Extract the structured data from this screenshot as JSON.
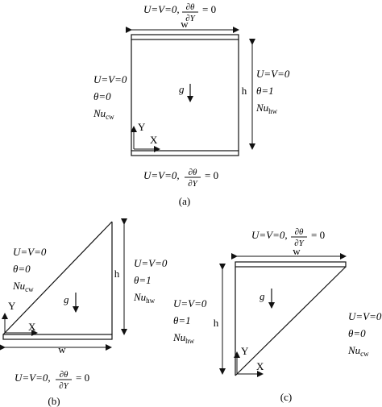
{
  "panel_a": {
    "caption": "(a)",
    "top_bc": "U=V=0,",
    "bottom_bc": "U=V=0,",
    "left_bc": {
      "line1": "U=V=0",
      "line2": "θ=0",
      "nu_sym": "Nu",
      "nu_sub": "cw"
    },
    "right_bc": {
      "line1": "U=V=0",
      "line2": "θ=1",
      "nu_sym": "Nu",
      "nu_sub": "hw"
    },
    "width_label": "w",
    "height_label": "h",
    "gravity_label": "g",
    "axis_y": "Y",
    "axis_x": "X"
  },
  "panel_b": {
    "caption": "(b)",
    "bottom_bc": "U=V=0,",
    "left_bc": {
      "line1": "U=V=0",
      "line2": "θ=0",
      "nu_sym": "Nu",
      "nu_sub": "cw"
    },
    "right_bc": {
      "line1": "U=V=0",
      "line2": "θ=1",
      "nu_sym": "Nu",
      "nu_sub": "hw"
    },
    "width_label": "w",
    "height_label": "h",
    "gravity_label": "g",
    "axis_y": "Y",
    "axis_x": "X"
  },
  "panel_c": {
    "caption": "(c)",
    "top_bc": "U=V=0,",
    "left_bc": {
      "line1": "U=V=0",
      "line2": "θ=1",
      "nu_sym": "Nu",
      "nu_sub": "hw"
    },
    "right_bc": {
      "line1": "U=V=0",
      "line2": "θ=0",
      "nu_sym": "Nu",
      "nu_sub": "cw"
    },
    "width_label": "w",
    "height_label": "h",
    "gravity_label": "g",
    "axis_y": "Y",
    "axis_x": "X"
  },
  "adiabatic": {
    "numerator": "∂θ",
    "denominator": "∂Y",
    "rhs": "= 0"
  }
}
